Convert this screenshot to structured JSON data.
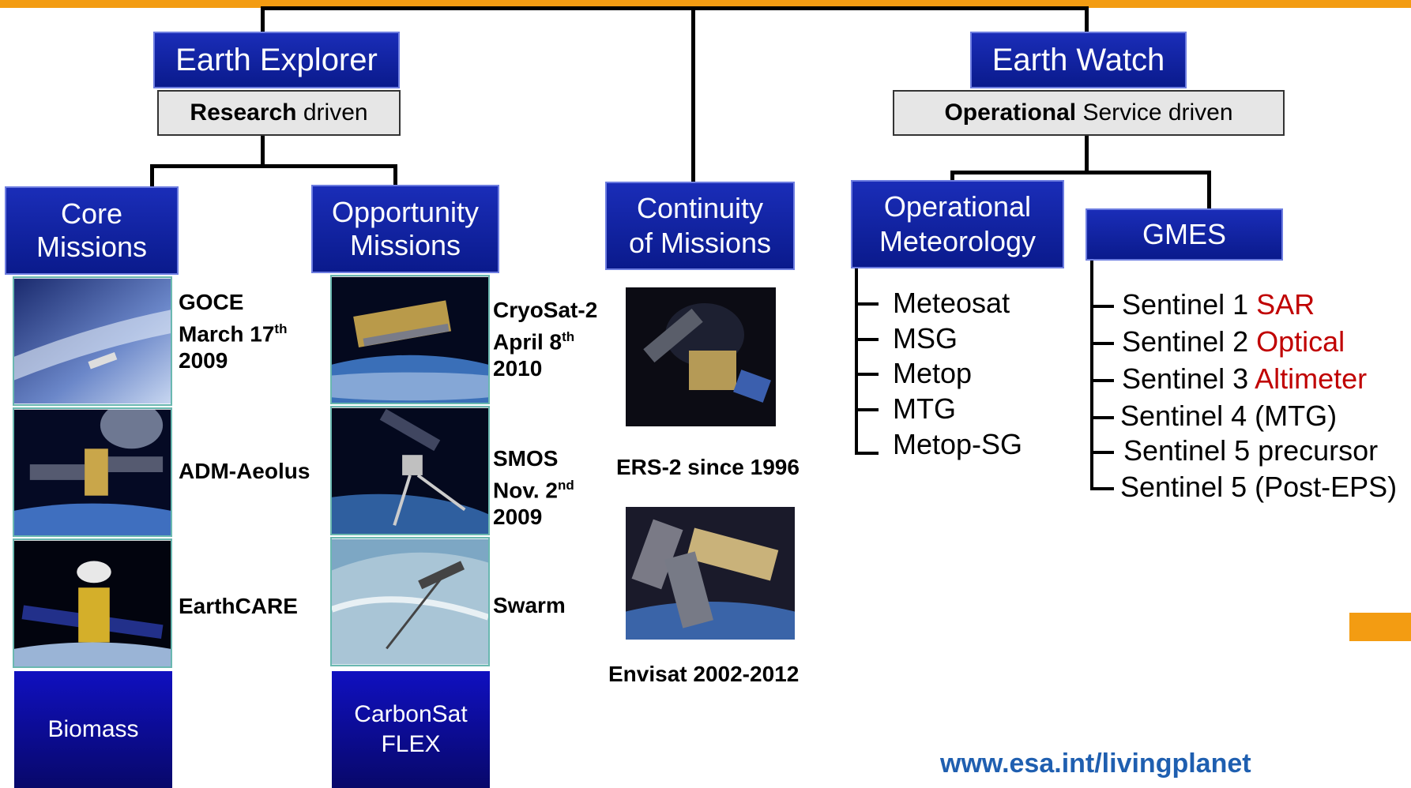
{
  "branches": {
    "earth_explorer": {
      "title": "Earth Explorer",
      "tag_bold": "Research",
      "tag_rest": " driven"
    },
    "earth_watch": {
      "title": "Earth Watch",
      "tag_bold": "Operational",
      "tag_rest": " Service driven"
    }
  },
  "core": {
    "title_line1": "Core",
    "title_line2": "Missions",
    "missions": [
      {
        "name": "GOCE",
        "date_line": "March 17",
        "sup": "th",
        "year": "2009"
      },
      {
        "name": "ADM-Aeolus"
      },
      {
        "name": "EarthCARE"
      },
      {
        "name": "Biomass"
      }
    ]
  },
  "opportunity": {
    "title_line1": "Opportunity",
    "title_line2": "Missions",
    "missions": [
      {
        "name": "CryoSat-2",
        "date_line": "April 8",
        "sup": "th",
        "year": "2010"
      },
      {
        "name": "SMOS",
        "date_line": "Nov. 2",
        "sup": "nd",
        "year": "2009"
      },
      {
        "name": "Swarm"
      },
      {
        "name_line1": "CarbonSat",
        "name_line2": "FLEX"
      }
    ]
  },
  "continuity": {
    "title_line1": "Continuity",
    "title_line2": "of Missions",
    "missions": [
      {
        "caption": "ERS-2 since 1996"
      },
      {
        "caption": "Envisat 2002-2012"
      }
    ]
  },
  "met": {
    "title_line1": "Operational",
    "title_line2": "Meteorology",
    "items": [
      "Meteosat",
      "MSG",
      "Metop",
      "MTG",
      "Metop-SG"
    ]
  },
  "gmes": {
    "title": "GMES",
    "items": [
      {
        "text": "Sentinel 1 ",
        "accent": "SAR"
      },
      {
        "text": "Sentinel 2 ",
        "accent": "Optical"
      },
      {
        "text": "Sentinel 3 ",
        "accent": "Altimeter"
      },
      {
        "text": "Sentinel 4 (MTG)",
        "accent": ""
      },
      {
        "text": "Sentinel 5 precursor",
        "accent": ""
      },
      {
        "text": "Sentinel 5 (Post-EPS)",
        "accent": ""
      }
    ]
  },
  "footer": {
    "url": "www.esa.int/livingplanet"
  },
  "colors": {
    "accent_orange": "#f39c12",
    "box_blue": "#0a1a8c",
    "red": "#c00000",
    "url_blue": "#1f5fb0"
  },
  "icons": [
    "satellite-photo"
  ]
}
